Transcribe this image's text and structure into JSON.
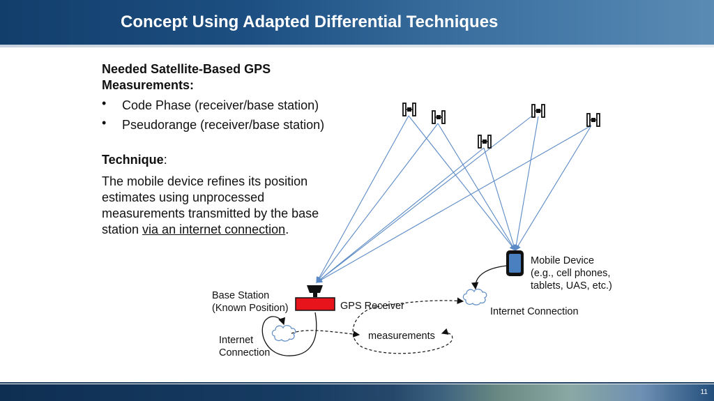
{
  "slide": {
    "title": "Concept Using Adapted Differential Techniques",
    "page_number": "11"
  },
  "left_text": {
    "heading_line1": "Needed Satellite-Based GPS",
    "heading_line2": "Measurements:",
    "bullets": [
      "Code Phase (receiver/base station)",
      "Pseudorange (receiver/base station)"
    ],
    "technique_label": "Technique",
    "technique_colon": ":",
    "desc_line1": "The mobile device refines its position",
    "desc_line2": "estimates using unprocessed",
    "desc_line3": "measurements transmitted by the base",
    "desc_line4_prefix": "station ",
    "desc_line4_link": "via an internet connection",
    "desc_line4_suffix": "."
  },
  "diagram": {
    "mobile_label_line1": "Mobile Device",
    "mobile_label_line2": "(e.g., cell phones,",
    "mobile_label_line3": "tablets, UAS, etc.)",
    "internet_right": "Internet Connection",
    "base_label_line1": "Base Station",
    "base_label_line2": "(Known Position)",
    "gps_receiver": "GPS Receiver",
    "measurements": "measurements",
    "internet_left_line1": "Internet",
    "internet_left_line2": "Connection",
    "colors": {
      "signal_line": "#5b8ac6",
      "base_station": "#e8141c",
      "phone": "#4a7fc0"
    }
  }
}
